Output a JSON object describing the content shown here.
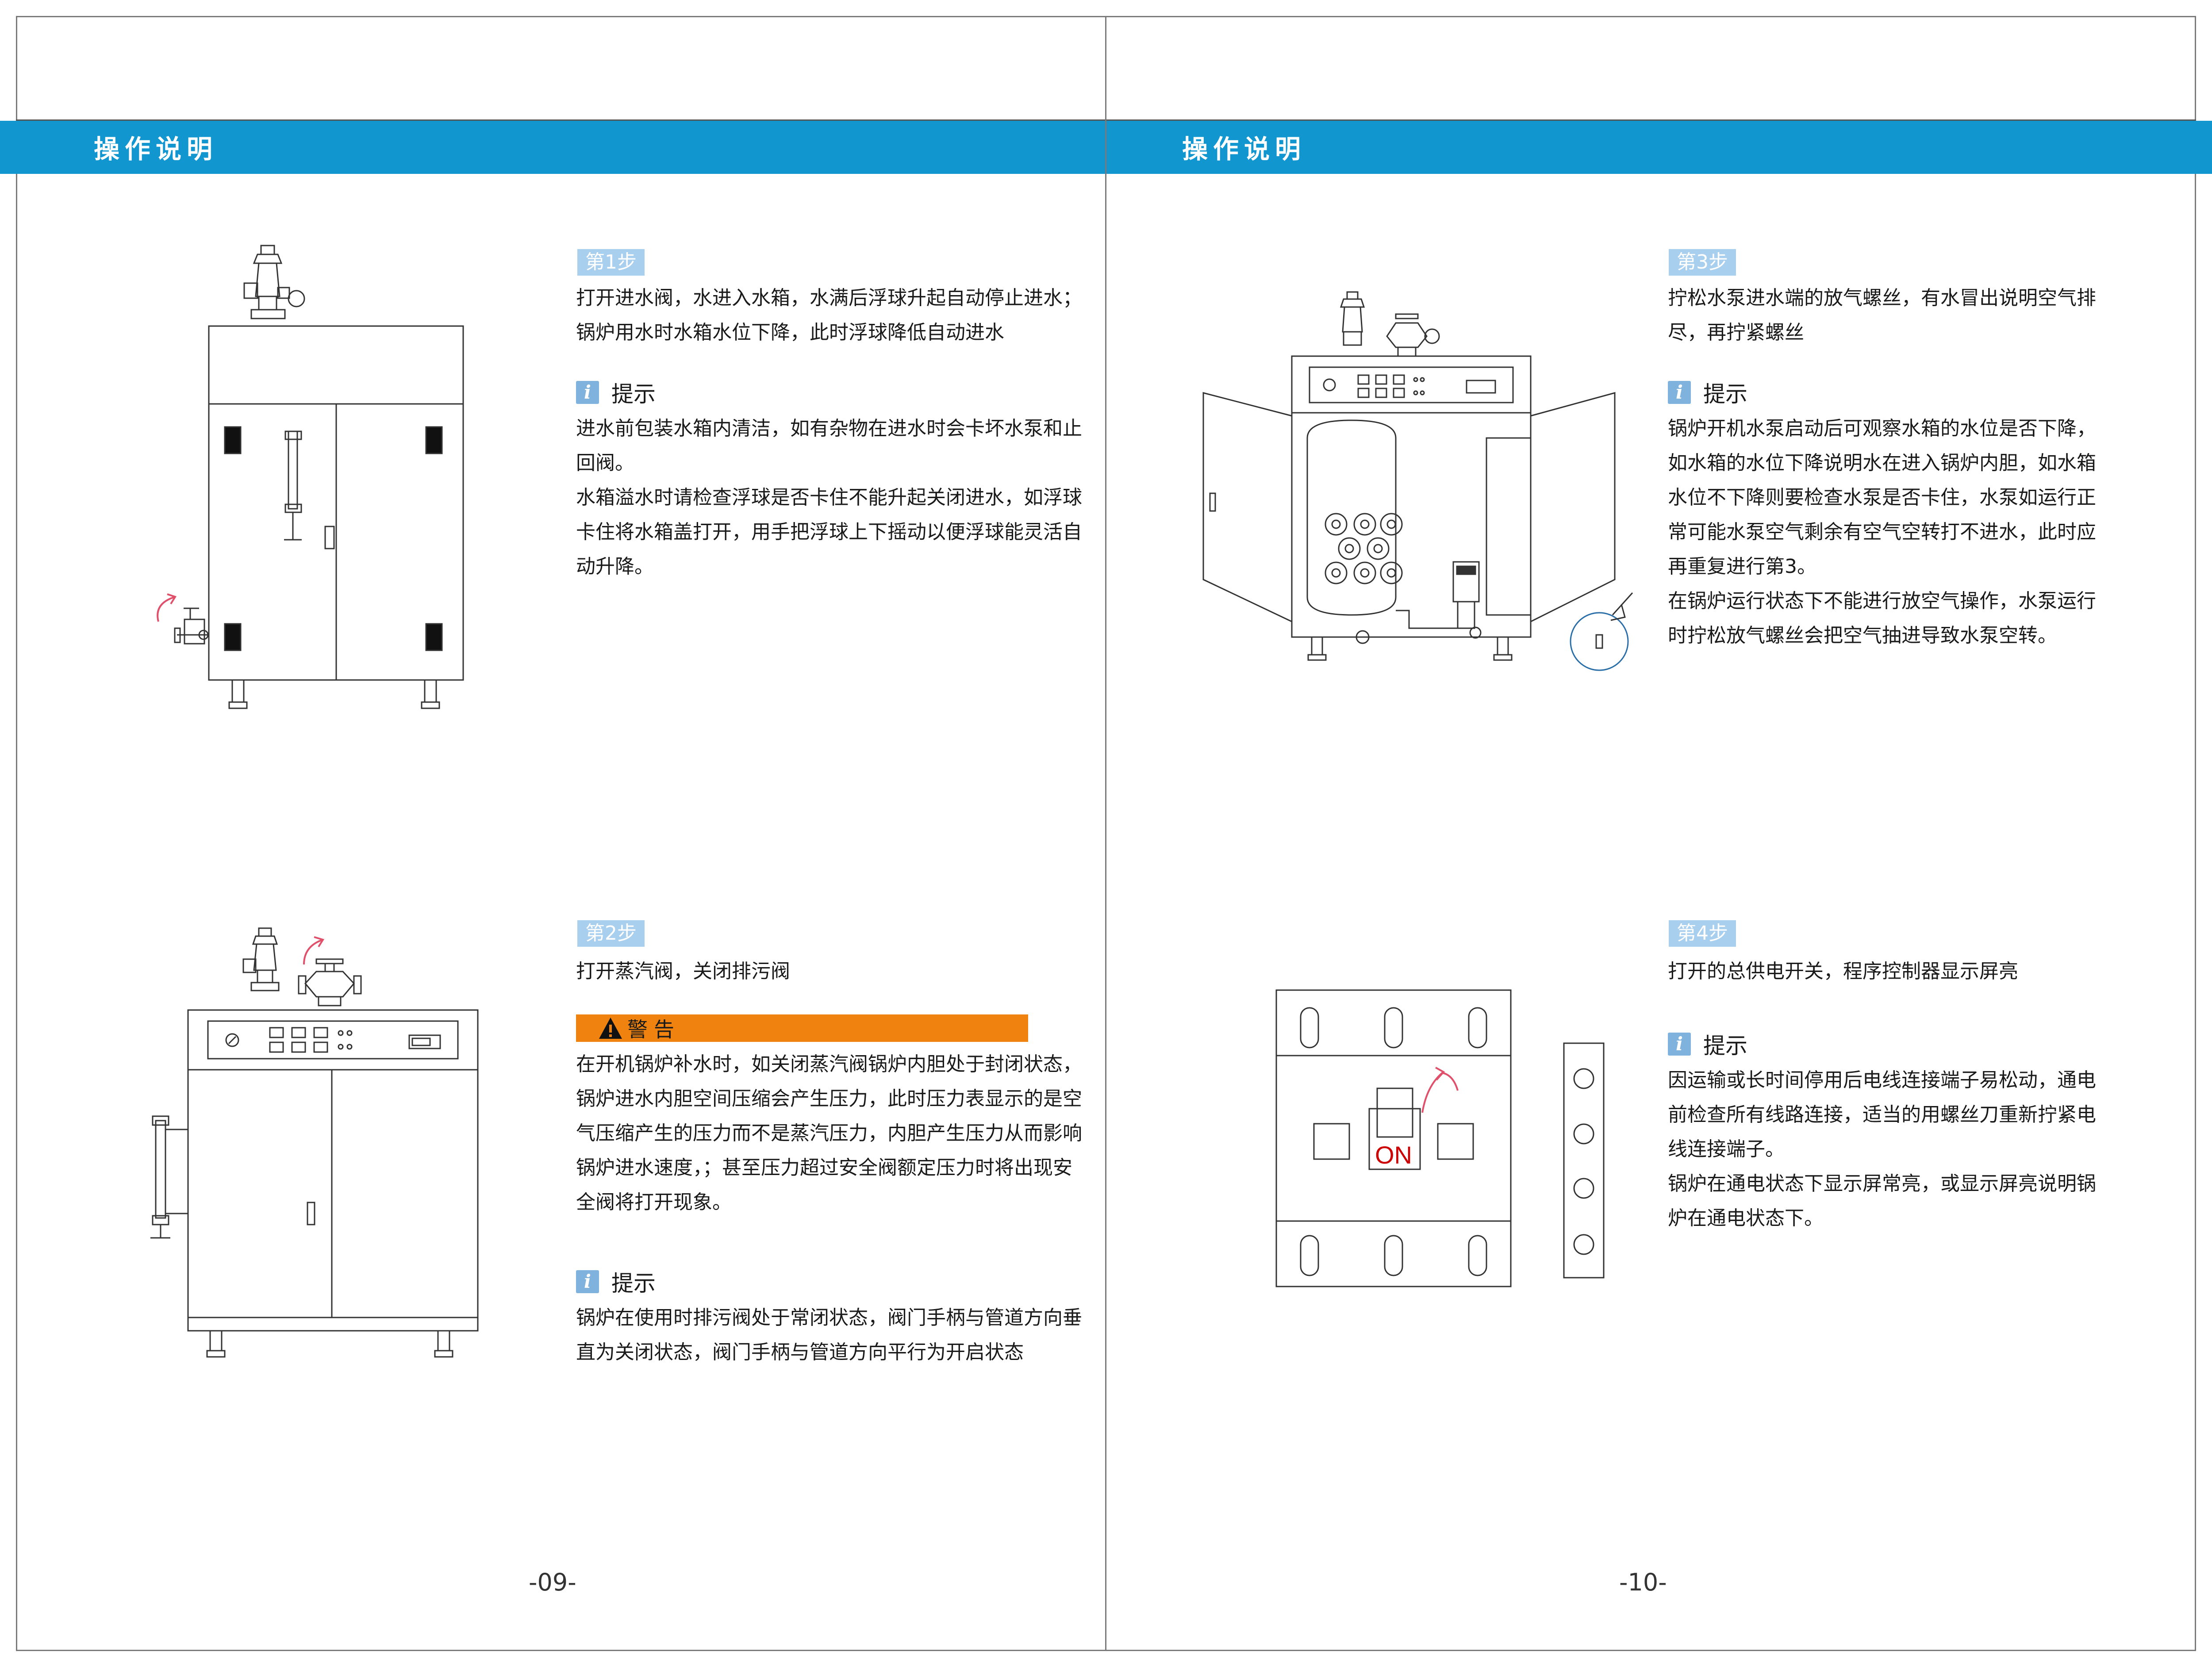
{
  "pages": {
    "left": {
      "header": "操作说明",
      "page_number": "-09-",
      "step1": {
        "badge": "第1步",
        "text": "打开进水阀，水进入水箱，水满后浮球升起自动停止进水；\n锅炉用水时水箱水位下降，此时浮球降低自动进水",
        "tip_label": "提示",
        "tip_text": "进水前包装水箱内清洁，如有杂物在进水时会卡坏水泵和止\n回阀。\n水箱溢水时请检查浮球是否卡住不能升起关闭进水，如浮球\n卡住将水箱盖打开，用手把浮球上下摇动以便浮球能灵活自\n动升降。"
      },
      "step2": {
        "badge": "第2步",
        "text": "打开蒸汽阀，关闭排污阀",
        "warning_label": "警告",
        "warning_text": "在开机锅炉补水时，如关闭蒸汽阀锅炉内胆处于封闭状态，\n锅炉进水内胆空间压缩会产生压力，此时压力表显示的是空\n气压缩产生的压力而不是蒸汽压力，内胆产生压力从而影响\n锅炉进水速度，；甚至压力超过安全阀额定压力时将出现安\n全阀将打开现象。",
        "tip_label": "提示",
        "tip_text": "锅炉在使用时排污阀处于常闭状态，阀门手柄与管道方向垂\n直为关闭状态，阀门手柄与管道方向平行为开启状态"
      }
    },
    "right": {
      "header": "操作说明",
      "page_number": "-10-",
      "step3": {
        "badge": "第3步",
        "text": "拧松水泵进水端的放气螺丝，有水冒出说明空气排\n尽，再拧紧螺丝",
        "tip_label": "提示",
        "tip_text": "锅炉开机水泵启动后可观察水箱的水位是否下降，\n如水箱的水位下降说明水在进入锅炉内胆，如水箱\n水位不下降则要检查水泵是否卡住，水泵如运行正\n常可能水泵空气剩余有空气空转打不进水，此时应\n再重复进行第3。\n在锅炉运行状态下不能进行放空气操作，水泵运行\n时拧松放气螺丝会把空气抽进导致水泵空转。"
      },
      "step4": {
        "badge": "第4步",
        "text": "打开的总供电开关，程序控制器显示屏亮",
        "switch_label": "ON",
        "tip_label": "提示",
        "tip_text": "因运输或长时间停用后电线连接端子易松动，通电\n前检查所有线路连接，适当的用螺丝刀重新拧紧电\n线连接端子。\n锅炉在通电状态下显示屏常亮，或显示屏亮说明锅\n炉在通电状态下。"
      }
    }
  },
  "colors": {
    "header_band": "#1196cf",
    "step_badge": "#a9cfee",
    "tip_icon": "#7fb3de",
    "warning_bar": "#f0830f",
    "switch_on_text": "#cc0000",
    "arrow": "#e0506a"
  }
}
